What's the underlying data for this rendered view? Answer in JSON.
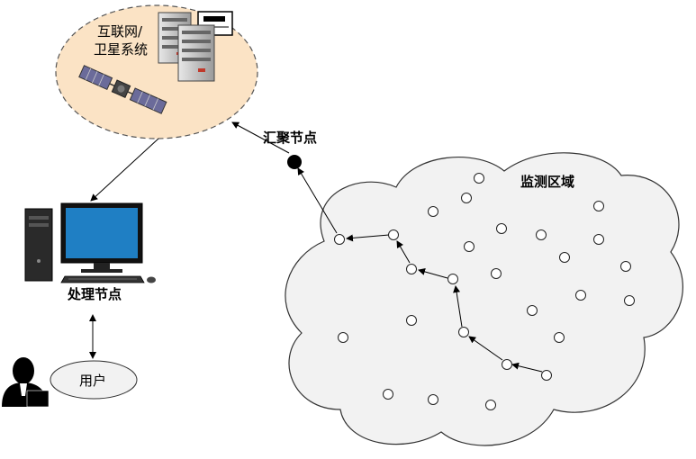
{
  "labels": {
    "internet_satellite_line1": "互联网/",
    "internet_satellite_line2": "卫星系统",
    "sink_node": "汇聚节点",
    "monitoring_area": "监测区域",
    "processing_node": "处理节点",
    "user": "用户"
  },
  "colors": {
    "internet_cloud_fill": "#fbe3c5",
    "monitor_cloud_fill": "#f2f2f2",
    "monitor_screen": "#1f7fc4",
    "user_oval_fill": "#f2f2f2",
    "sink_node_fill": "#000000"
  },
  "icons": [
    "server-icon",
    "mail-icon",
    "satellite-icon",
    "computer-icon",
    "user-icon"
  ]
}
